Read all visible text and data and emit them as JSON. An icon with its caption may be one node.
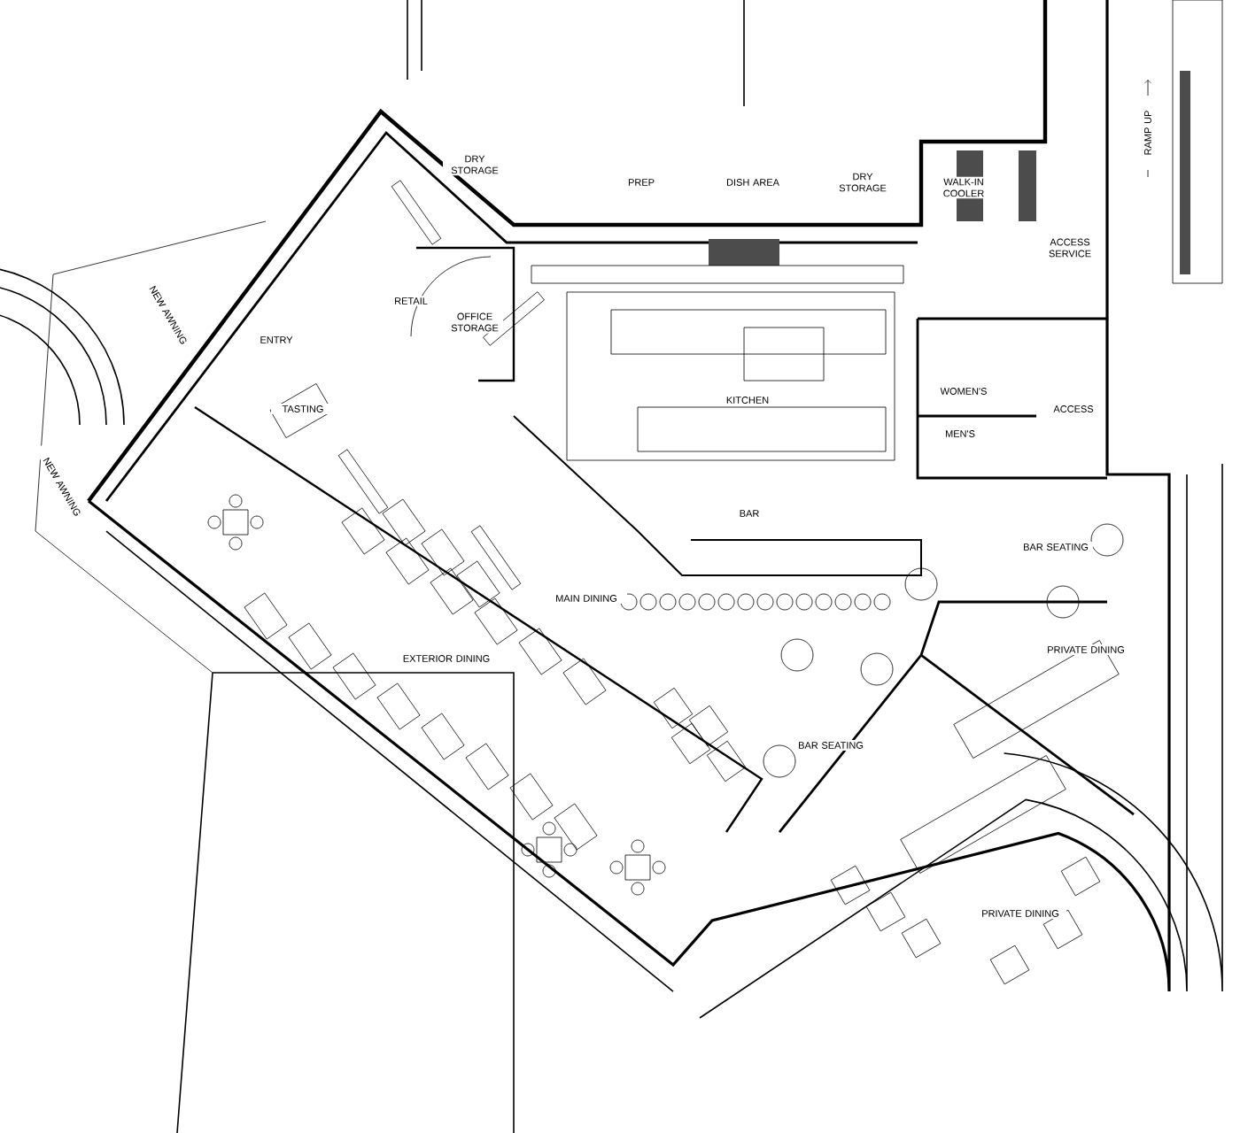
{
  "diagram": {
    "labels": [
      "WALK-IN COOLER",
      "DRY STORAGE",
      "PREP",
      "DISH AREA",
      "DRY STORAGE",
      "ACCESS SERVICE",
      "RAMP UP",
      "RETAIL",
      "OFFICE STORAGE",
      "ENTRY",
      "TASTING",
      "KITCHEN",
      "WOMEN'S",
      "MEN'S",
      "ACCESS",
      "BAR",
      "BAR SEATING",
      "MAIN DINING",
      "EXTERIOR DINING",
      "PRIVATE DINING",
      "BAR SEATING",
      "PRIVATE DINING",
      "NEW AWNING",
      "NEW AWNING"
    ]
  }
}
